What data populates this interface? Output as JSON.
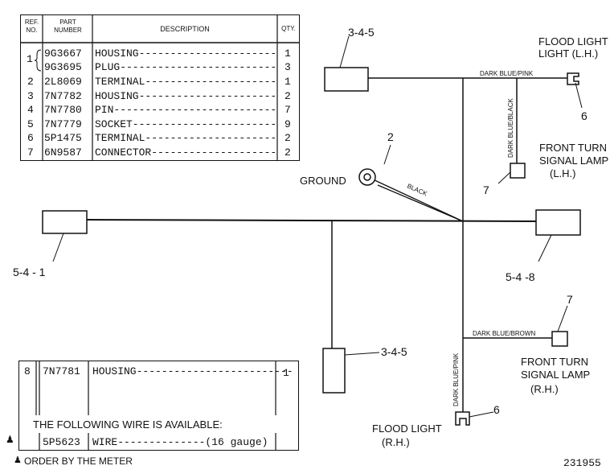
{
  "parts_table": {
    "headers": {
      "ref_no": "REF. NO.",
      "part_number": "PART NUMBER",
      "description": "DESCRIPTION",
      "qty": "QTY."
    },
    "rows": [
      {
        "ref": "1",
        "part": "9G3667",
        "desc": "HOUSING----------------------",
        "qty": "1"
      },
      {
        "ref": "",
        "part": "9G3695",
        "desc": "PLUG-------------------------",
        "qty": "3"
      },
      {
        "ref": "2",
        "part": "2L8069",
        "desc": "TERMINAL---------------------",
        "qty": "1"
      },
      {
        "ref": "3",
        "part": "7N7782",
        "desc": "HOUSING----------------------",
        "qty": "2"
      },
      {
        "ref": "4",
        "part": "7N7780",
        "desc": "PIN--------------------------",
        "qty": "7"
      },
      {
        "ref": "5",
        "part": "7N7779",
        "desc": "SOCKET-----------------------",
        "qty": "9"
      },
      {
        "ref": "6",
        "part": "5P1475",
        "desc": "TERMINAL---------------------",
        "qty": "2"
      },
      {
        "ref": "7",
        "part": "6N9587",
        "desc": "CONNECTOR--------------------",
        "qty": "2"
      }
    ]
  },
  "lower_table": {
    "ref": "8",
    "part": "7N7781",
    "desc": "HOUSING-------------------------",
    "qty": "1",
    "note": "THE FOLLOWING WIRE IS AVAILABLE:",
    "wire_marker": "♟",
    "wire_part": "5P5623",
    "wire_desc": "WIRE--------------(16 gauge)"
  },
  "footnote": {
    "marker": "♟",
    "text": "ORDER BY THE METER"
  },
  "figure_number": "231955",
  "diagram": {
    "labels": {
      "top_connector": "3-4-5",
      "flood_light_lh_1": "FLOOD LIGHT",
      "flood_light_lh_2": "LIGHT (L.H.)",
      "dark_blue_pink_top": "DARK BLUE/PINK",
      "dark_blue_black": "DARK BLUE/BLACK",
      "ref6_top": "6",
      "ref2": "2",
      "ground": "GROUND",
      "black": "BLACK",
      "front_turn_lh_1": "FRONT TURN",
      "front_turn_lh_2": "SIGNAL LAMP",
      "front_turn_lh_3": "(L.H.)",
      "ref7_top": "7",
      "left_connector": "5-4 - 1",
      "right_connector": "5-4 -8",
      "ref7_bottom": "7",
      "dark_blue_brown": "DARK BLUE/BROWN",
      "front_turn_rh_1": "FRONT TURN",
      "front_turn_rh_2": "SIGNAL LAMP",
      "front_turn_rh_3": "(R.H.)",
      "bottom_connector": "3-4-5",
      "dark_blue_pink_bottom": "DARK BLUE/PINK",
      "ref6_bottom": "6",
      "flood_light_rh_1": "FLOOD LIGHT",
      "flood_light_rh_2": "(R.H.)"
    }
  }
}
